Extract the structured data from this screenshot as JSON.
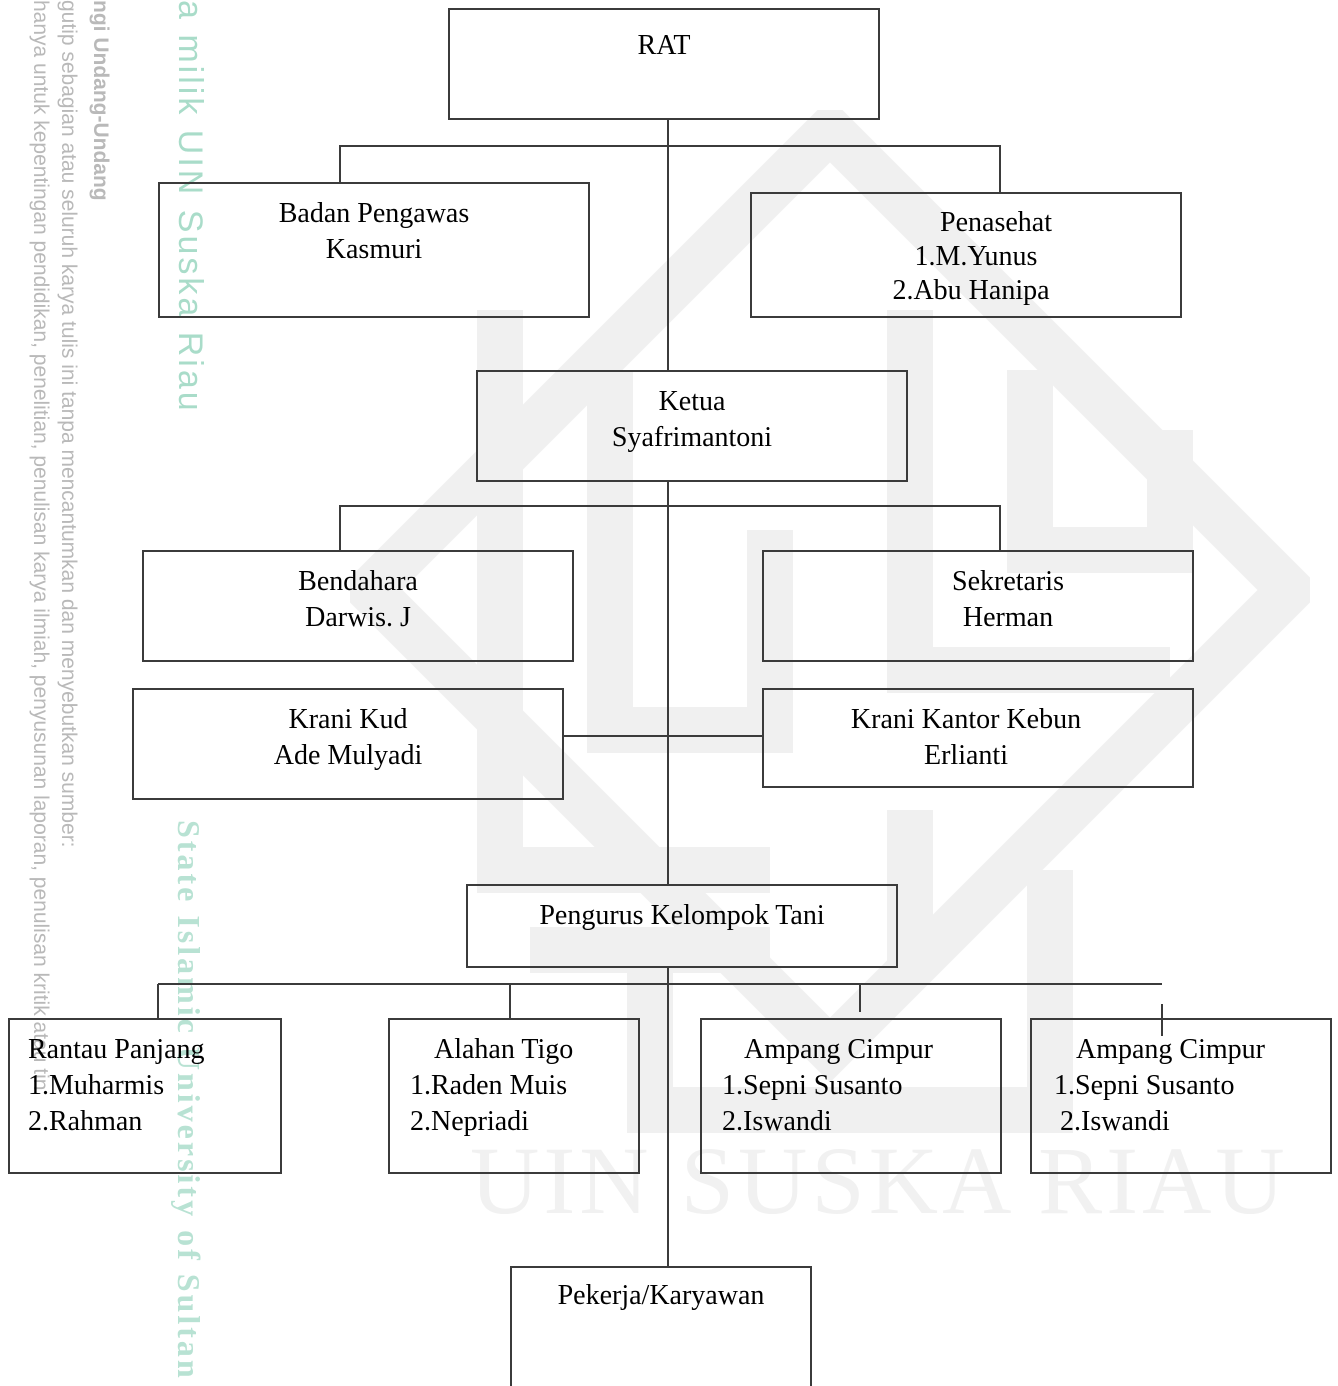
{
  "watermark": {
    "side_vertical": "a milik UIN Suska Riau",
    "side_vertical_2": "State Islamic University of Sultan",
    "left_col_1": "ngi Undang-Undang",
    "left_col_2": "gutip sebagian atau seluruh karya tulis ini tanpa mencantumkan dan menyebutkan sumber:",
    "left_col_3": "hanya untuk kepentingan pendidikan, penelitian, penulisan karya ilmiah, penyusunan laporan, penulisan kritik atau tin",
    "bottom_text": "UIN SUSKA RIAU"
  },
  "nodes": {
    "rat": {
      "lines": [
        "RAT"
      ]
    },
    "badan_pengawas": {
      "lines": [
        "Badan Pengawas",
        "Kasmuri"
      ]
    },
    "penasehat": {
      "lines": [
        "Penasehat",
        "1.M.Yunus",
        "2.Abu Hanipa"
      ]
    },
    "ketua": {
      "lines": [
        "Ketua",
        "Syafrimantoni"
      ]
    },
    "bendahara": {
      "lines": [
        "Bendahara",
        "Darwis. J"
      ]
    },
    "sekretaris": {
      "lines": [
        "Sekretaris",
        "Herman"
      ]
    },
    "krani_kud": {
      "lines": [
        "Krani Kud",
        "Ade Mulyadi"
      ]
    },
    "krani_kantor": {
      "lines": [
        "Krani Kantor Kebun",
        "Erlianti"
      ]
    },
    "pengurus": {
      "lines": [
        "Pengurus Kelompok Tani"
      ]
    },
    "rantau": {
      "lines": [
        "Rantau Panjang",
        "1.Muharmis",
        "2.Rahman"
      ]
    },
    "alahan": {
      "lines": [
        "Alahan Tigo",
        "1.Raden Muis",
        "2.Nepriadi"
      ]
    },
    "ampang1": {
      "lines": [
        "Ampang Cimpur",
        "1.Sepni Susanto",
        "2.Iswandi"
      ]
    },
    "ampang2": {
      "lines": [
        "Ampang Cimpur",
        "1.Sepni Susanto",
        "2.Iswandi"
      ]
    },
    "pekerja": {
      "lines": [
        "Pekerja/Karyawan"
      ]
    }
  }
}
